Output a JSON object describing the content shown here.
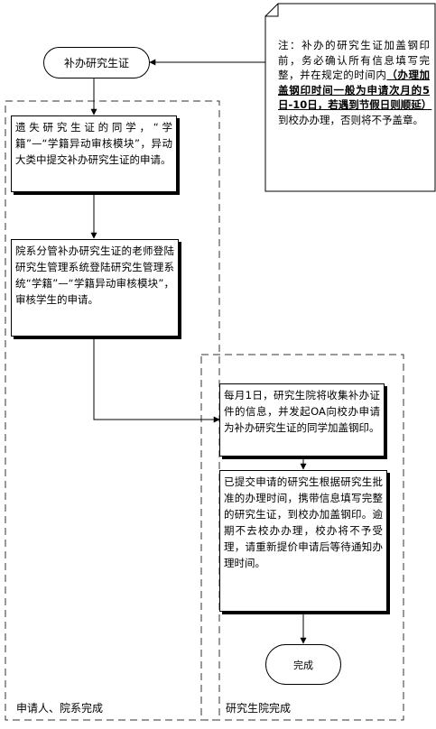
{
  "start": {
    "label": "补办研究生证"
  },
  "note": {
    "lead": "注：补办的研究生证加盖钢印前，务必确认所有信息填写完整，并在规定的时间内",
    "emphasis": "（办理加盖钢印时间一般为申请次月的5日-10日，若遇到节假日则顺延）",
    "tail": "到校办办理，否则将不予盖章。"
  },
  "lanes": {
    "left": {
      "label": "申请人、院系完成"
    },
    "right": {
      "label": "研究生院完成"
    }
  },
  "steps": {
    "apply": "遗失研究生证的同学，“学籍”—“学籍异动审核模块”，异动大类中提交补办研究生证的申请。",
    "review": "院系分管补办研究生证的老师登陆研究生管理系统登陆研究生管理系统“学籍”—“学籍异动审核模块”，审核学生的申请。",
    "collect": "每月1日，研究生院将收集补办证件的信息，并发起OA向校办申请为补办研究生证的同学加盖钢印。",
    "stamp": "已提交申请的研究生根据研究生批准的办理时间，携带信息填写完整的研究生证，到校办加盖钢印。逾期不去校办办理，校办将不予受理，请重新提价申请后等待通知办理时间。"
  },
  "end": {
    "label": "完成"
  }
}
